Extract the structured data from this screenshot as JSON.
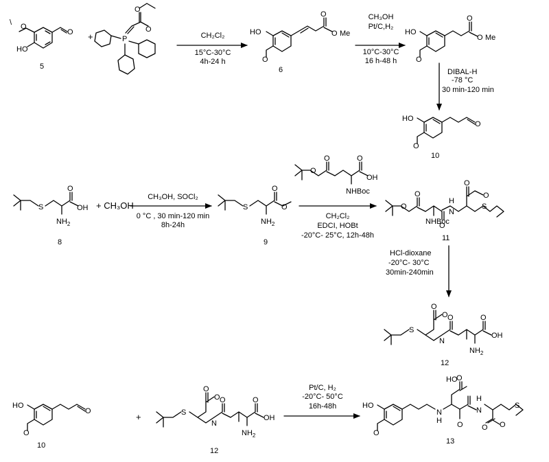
{
  "compound_numbers": {
    "c5": "5",
    "c6": "6",
    "c10": "10",
    "c8": "8",
    "c9": "9",
    "c11": "11",
    "c12": "12",
    "c10b": "10",
    "c12b": "12",
    "c13": "13"
  },
  "atoms": {
    "o": "O",
    "oh": "OH",
    "ho": "HO",
    "p": "P",
    "s": "S",
    "nh2": "NH",
    "nh2_sub": "2",
    "nhboc": "NHBoc",
    "n": "N",
    "nh": "H",
    "me": "Me",
    "ch3oh": "+ CH₃OH"
  },
  "reactions": [
    {
      "id": "r1",
      "lines": [
        "CH₂Cl₂",
        "15°C-30°C",
        "4h-24 h"
      ]
    },
    {
      "id": "r2",
      "lines": [
        "CH₃OH",
        "Pt/C,H₂",
        "10°C-30°C",
        "16 h-48 h"
      ]
    },
    {
      "id": "r3",
      "lines": [
        "DIBAL-H",
        "-78 °C",
        "30 min-120 min"
      ]
    },
    {
      "id": "r4",
      "lines": [
        "CH₃OH, SOCl₂",
        "0 °C , 30 min-120 min",
        "8h-24h"
      ]
    },
    {
      "id": "r5",
      "lines": [
        "CH₂Cl₂",
        "EDCI, HOBt",
        "-20°C- 25°C, 12h-48h"
      ]
    },
    {
      "id": "r6",
      "lines": [
        "HCl-dioxane",
        "-20°C- 30°C",
        "30min-240min"
      ]
    },
    {
      "id": "r7",
      "lines": [
        "Pt/C, H₂",
        "-20°C- 50°C",
        "16h-48h"
      ]
    }
  ],
  "plus": "+"
}
